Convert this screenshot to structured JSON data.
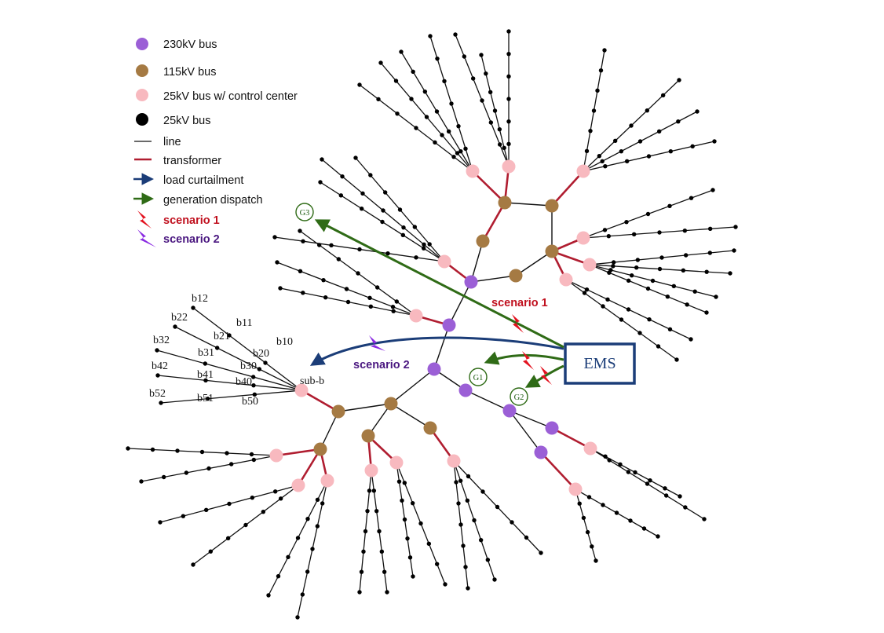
{
  "colors": {
    "bus_230kv": "#9b5fd6",
    "bus_115kv": "#a57a43",
    "bus_25kv_cc": "#f8b9bf",
    "bus_25kv": "#000000",
    "line": "#111111",
    "transformer": "#b01d30",
    "load_curtailment": "#1b3d78",
    "generation_dispatch": "#2f6b16",
    "scenario_1": "#e3121f",
    "scenario_2": "#8a2be2"
  },
  "legend": {
    "bus_230kv": "230kV bus",
    "bus_115kv": "115kV bus",
    "bus_25kv_cc": "25kV bus w/ control center",
    "bus_25kv": "25kV bus",
    "line": "line",
    "transformer": "transformer",
    "load_curtailment": "load curtailment",
    "generation_dispatch": "generation dispatch",
    "scenario_1": "scenario 1",
    "scenario_2": "scenario 2"
  },
  "annotations": {
    "scenario_1": "scenario 1",
    "scenario_2": "scenario 2",
    "ems": "EMS",
    "sub_b": "sub-b"
  },
  "generators": {
    "g1": "G1",
    "g2": "G2",
    "g3": "G3"
  },
  "bus_labels": {
    "b10": "b10",
    "b11": "b11",
    "b12": "b12",
    "b20": "b20",
    "b21": "b21",
    "b22": "b22",
    "b30": "b30",
    "b31": "b31",
    "b32": "b32",
    "b40": "b40",
    "b41": "b41",
    "b42": "b42",
    "b50": "b50",
    "b51": "b51",
    "b52": "b52"
  }
}
